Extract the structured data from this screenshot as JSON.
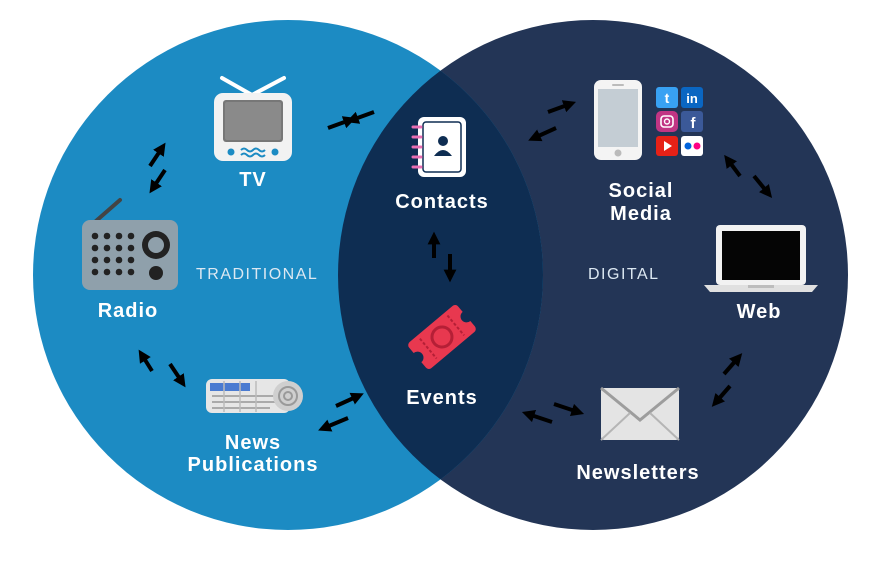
{
  "sections": {
    "traditional": "TRADITIONAL",
    "digital": "DIGITAL"
  },
  "nodes": {
    "tv": "TV",
    "radio": "Radio",
    "news_line1": "News",
    "news_line2": "Publications",
    "contacts": "Contacts",
    "events": "Events",
    "social_line1": "Social",
    "social_line2": "Media",
    "web": "Web",
    "newsletters": "Newsletters"
  },
  "icons": {
    "tv": "tv-icon",
    "radio": "radio-icon",
    "news": "newspaper-icon",
    "contacts": "contacts-book-icon",
    "events": "ticket-icon",
    "social": "smartphone-icon",
    "social_badges": [
      "twitter-icon",
      "linkedin-icon",
      "instagram-icon",
      "facebook-icon",
      "youtube-icon",
      "flickr-icon"
    ],
    "web": "laptop-icon",
    "newsletters": "envelope-icon"
  },
  "colors": {
    "traditional_circle": "#1c8bc3",
    "digital_circle": "#233556",
    "overlap": "#0e2d52",
    "label": "#ffffff",
    "arrow": "#000000",
    "ticket": "#e8384f"
  }
}
